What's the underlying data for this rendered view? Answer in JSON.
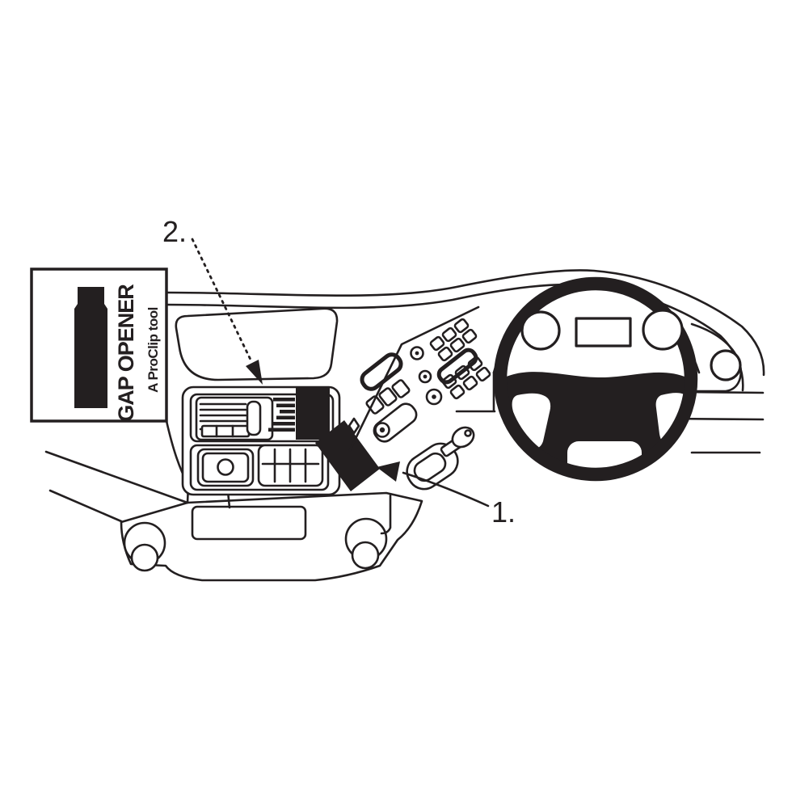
{
  "diagram": {
    "type": "vehicle-dashboard-installation-diagram",
    "background_color": "#ffffff",
    "line_color": "#231f20",
    "tool_box": {
      "title": "GAP OPENER",
      "subtitle": "A ProClip tool"
    },
    "callouts": {
      "one": "1.",
      "two": "2."
    }
  }
}
